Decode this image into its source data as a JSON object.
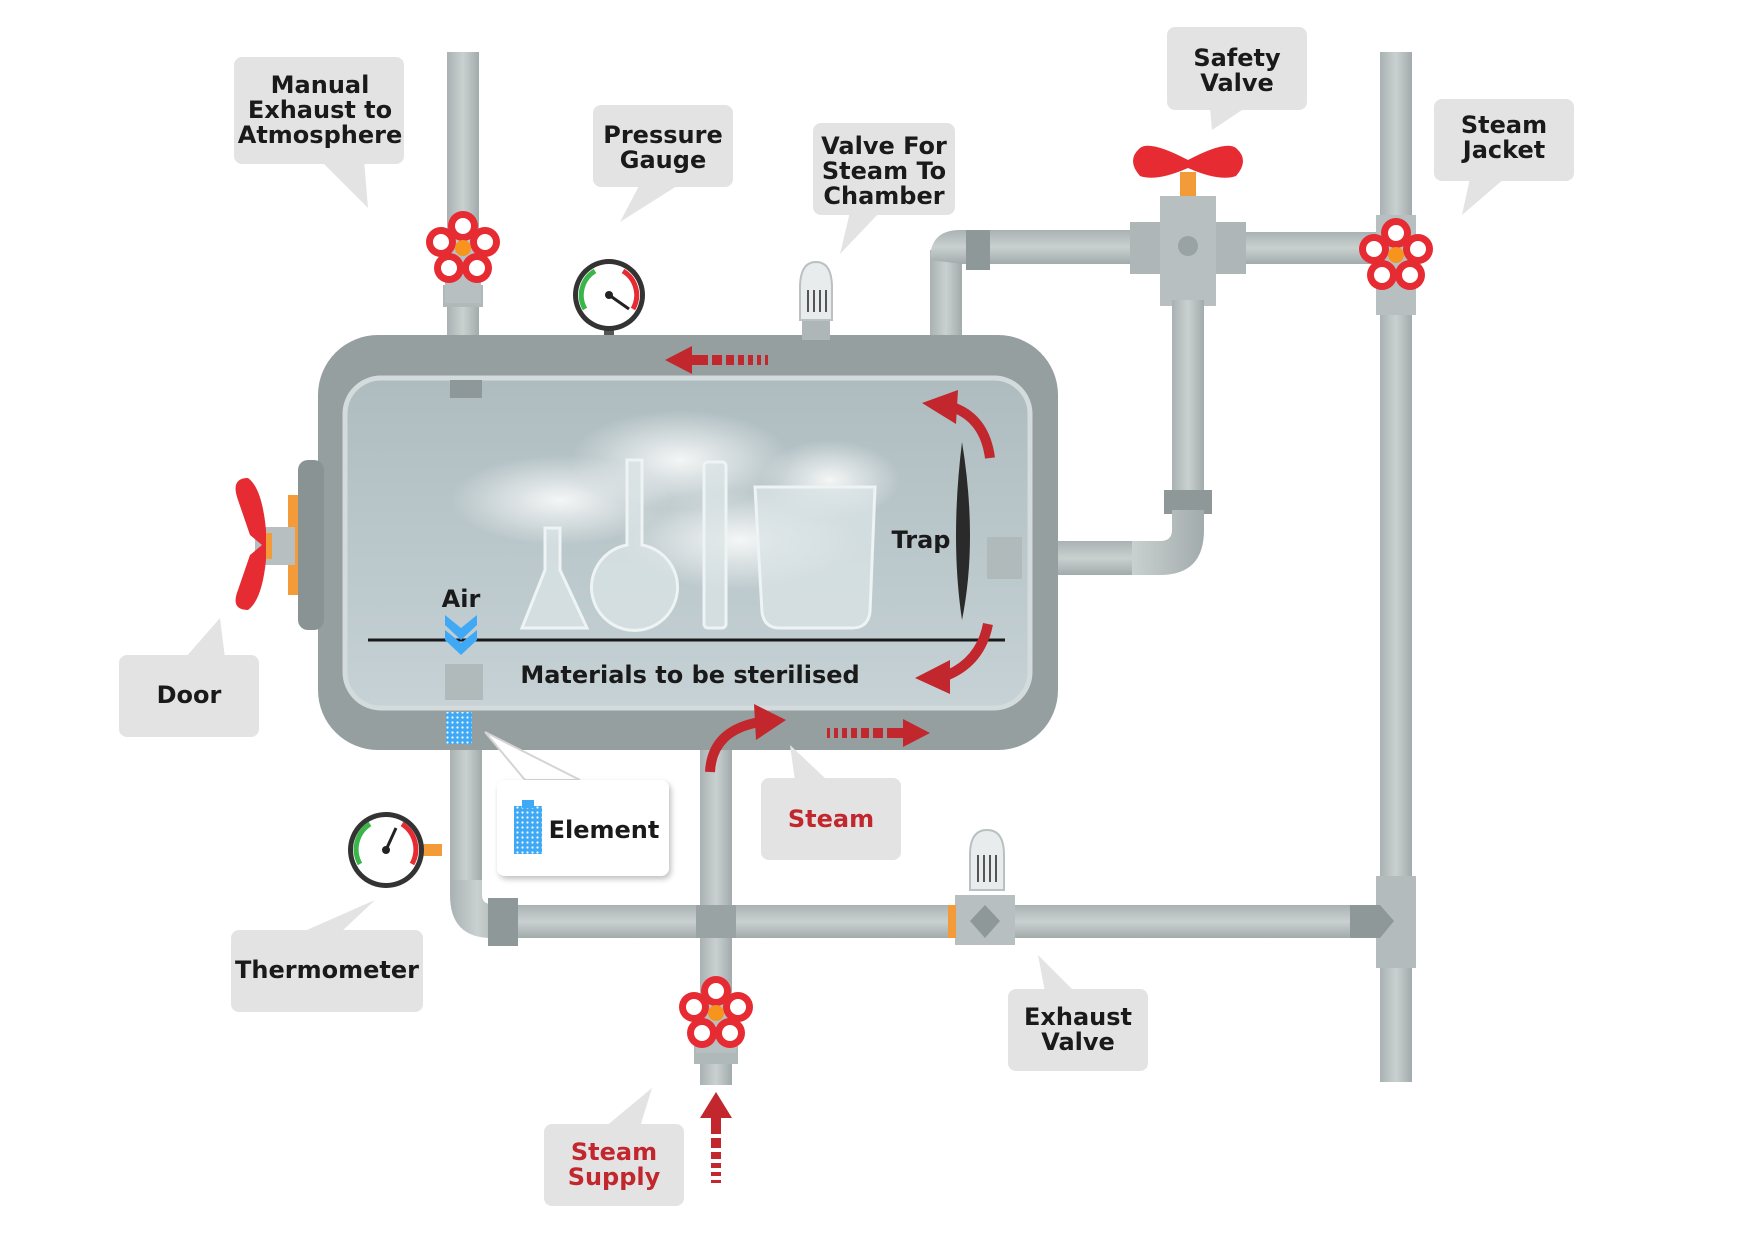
{
  "labels": {
    "manual_exhaust": [
      "Manual",
      "Exhaust to",
      "Atmosphere"
    ],
    "pressure_gauge": [
      "Pressure",
      "Gauge"
    ],
    "valve_steam_chamber": [
      "Valve For",
      "Steam To",
      "Chamber"
    ],
    "safety_valve": [
      "Safety",
      "Valve"
    ],
    "steam_jacket": [
      "Steam",
      "Jacket"
    ],
    "door": "Door",
    "trap": "Trap",
    "air": "Air",
    "materials": "Materials to be sterilised",
    "element": "Element",
    "steam": "Steam",
    "thermometer": "Thermometer",
    "exhaust_valve": [
      "Exhaust",
      "Valve"
    ],
    "steam_supply": [
      "Steam",
      "Supply"
    ]
  },
  "colors": {
    "pipe": "#b9c2c2",
    "pipe_dark": "#8e9899",
    "chamber": "#969fa0",
    "chamber_inner": "#b8c8cc",
    "valve_red": "#e62b32",
    "arrow_red": "#c1272d",
    "callout_bg": "#e3e3e3",
    "element_blue": "#3fa9f5"
  }
}
